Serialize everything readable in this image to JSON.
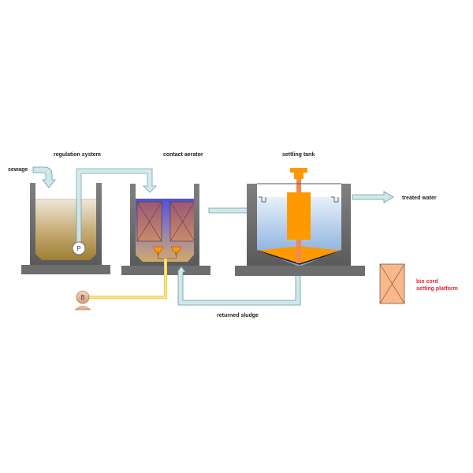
{
  "diagram": {
    "title": "Contact oxidation sewage treatment process",
    "labels": {
      "sewage": "sewage",
      "regulation_system": "regulation system",
      "contact_aerator": "contact aerator",
      "settling_tank": "settling tank",
      "treated_water": "treated water",
      "returned_sludge": "returned sludge",
      "bio_cord_line1": "bio cord",
      "bio_cord_line2": "setting platform"
    },
    "pumps": {
      "regulation_pump": "P",
      "blower": "B"
    },
    "colors": {
      "tank_wall": "#6e6e6e",
      "pipe_fill": "#cfe8ec",
      "pipe_stroke": "#6a9aa2",
      "sewage_top": "#efe6d8",
      "sewage_bottom": "#a88a3e",
      "aerator_top": "#5a5ad8",
      "aerator_bottom": "#c9a06a",
      "media_fill": "#b07070",
      "settling_water_top": "#e2effa",
      "settling_water_bottom": "#7fa6d8",
      "center_well": "#ff9900",
      "air_pipe": "#f5dd6a",
      "bio_cord_fill": "#f8b88a",
      "label_red": "#e8242a"
    },
    "components": [
      "sewage-inlet-arrow",
      "regulation-tank",
      "regulation-pump",
      "transfer-pipe",
      "contact-aerator-tank",
      "bio-media-blocks",
      "air-diffusers",
      "blower",
      "air-supply-pipe",
      "settling-tank",
      "center-feed-well",
      "sludge-scraper",
      "treated-water-outlet",
      "returned-sludge-pipe",
      "bio-cord-setting-platform-legend"
    ]
  }
}
